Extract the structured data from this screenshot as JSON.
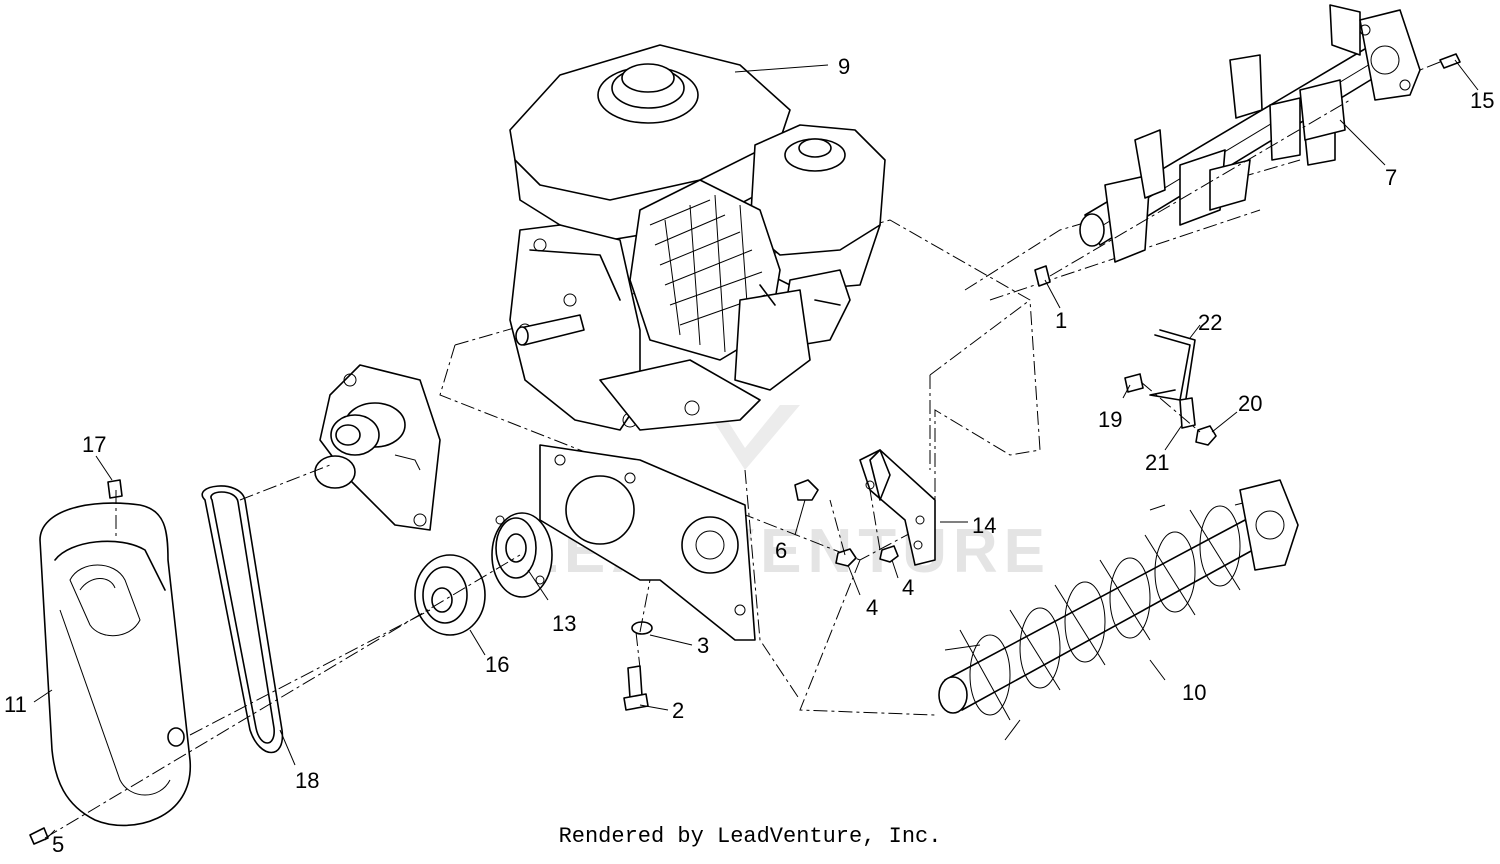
{
  "footer": {
    "rendered_by": "Rendered by LeadVenture, Inc."
  },
  "watermark": {
    "text": "LEADVENTURE"
  },
  "callouts": [
    {
      "id": "c9",
      "number": "9"
    },
    {
      "id": "c15",
      "number": "15"
    },
    {
      "id": "c7",
      "number": "7"
    },
    {
      "id": "c1",
      "number": "1"
    },
    {
      "id": "c22",
      "number": "22"
    },
    {
      "id": "c19",
      "number": "19"
    },
    {
      "id": "c20",
      "number": "20"
    },
    {
      "id": "c21",
      "number": "21"
    },
    {
      "id": "c17",
      "number": "17"
    },
    {
      "id": "c6",
      "number": "6"
    },
    {
      "id": "c14",
      "number": "14"
    },
    {
      "id": "c4a",
      "number": "4"
    },
    {
      "id": "c4b",
      "number": "4"
    },
    {
      "id": "c13",
      "number": "13"
    },
    {
      "id": "c3",
      "number": "3"
    },
    {
      "id": "c16",
      "number": "16"
    },
    {
      "id": "c2",
      "number": "2"
    },
    {
      "id": "c10",
      "number": "10"
    },
    {
      "id": "c11",
      "number": "11"
    },
    {
      "id": "c18",
      "number": "18"
    },
    {
      "id": "c5",
      "number": "5"
    }
  ]
}
